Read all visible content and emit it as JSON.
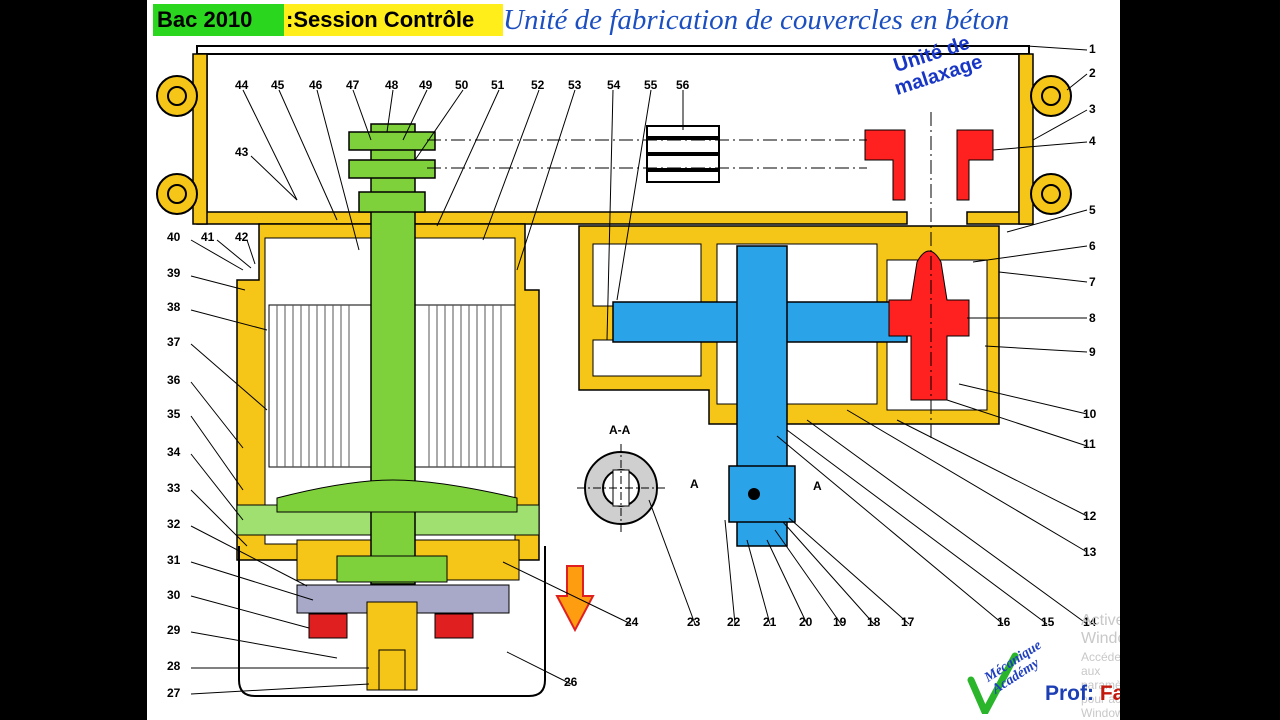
{
  "header": {
    "bac": "Bac 2010",
    "session": ":Session Contrôle",
    "title": "Unité de fabrication de couvercles en  béton"
  },
  "unit_label": [
    "Unité de",
    "malaxage"
  ],
  "section_label": "A-A",
  "section_marks": [
    "A",
    "A"
  ],
  "part_numbers": [
    "1",
    "2",
    "3",
    "4",
    "5",
    "6",
    "7",
    "8",
    "9",
    "10",
    "11",
    "12",
    "13",
    "14",
    "15",
    "16",
    "17",
    "18",
    "19",
    "20",
    "21",
    "22",
    "23",
    "24",
    "26",
    "27",
    "28",
    "29",
    "30",
    "31",
    "32",
    "33",
    "34",
    "35",
    "36",
    "37",
    "38",
    "39",
    "40",
    "41",
    "42",
    "43",
    "44",
    "45",
    "46",
    "47",
    "48",
    "49",
    "50",
    "51",
    "52",
    "53",
    "54",
    "55",
    "56"
  ],
  "logo": [
    "Mécanique",
    "Académy"
  ],
  "author": {
    "prefix": "Prof: ",
    "name": "Faysal Rmili"
  },
  "watermark": {
    "line1": "Activer Windows",
    "line2": "Accédez aux paramètres pour activer Windows."
  },
  "colors": {
    "housing": "#f5c518",
    "motor_shaft": "#7fd13b",
    "output_shaft": "#2aa3e8",
    "pinion": "#ff2020",
    "header_bac": "#2bd61f",
    "header_session": "#ffee1a"
  }
}
